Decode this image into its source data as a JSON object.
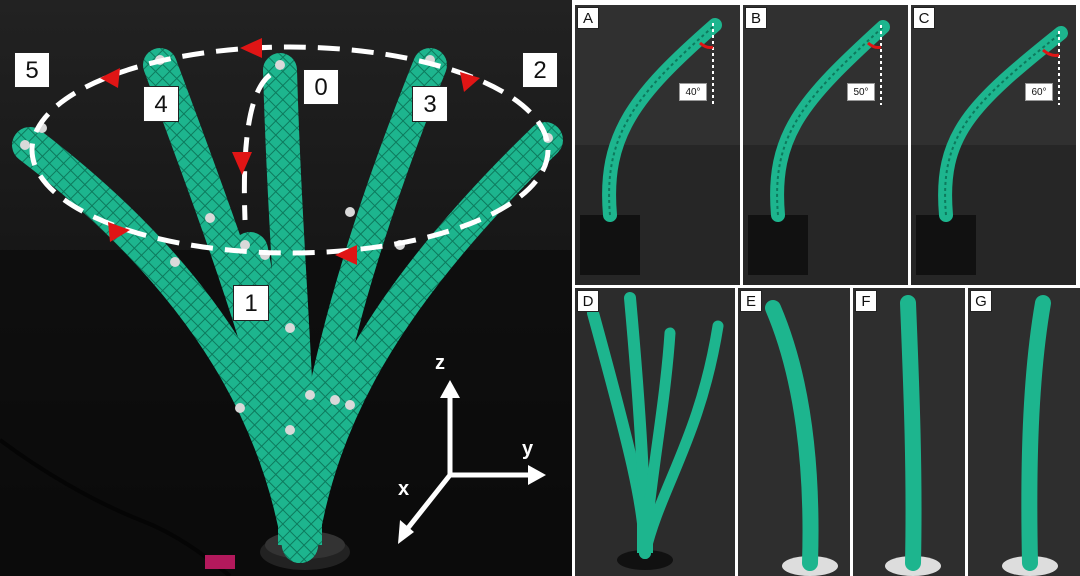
{
  "main_panel": {
    "position_labels": [
      "0",
      "1",
      "2",
      "3",
      "4",
      "5"
    ],
    "axes": {
      "z": "z",
      "y": "y",
      "x": "x"
    }
  },
  "subpanels": {
    "A": {
      "letter": "A",
      "angle": "40°"
    },
    "B": {
      "letter": "B",
      "angle": "50°"
    },
    "C": {
      "letter": "C",
      "angle": "60°"
    },
    "D": {
      "letter": "D"
    },
    "E": {
      "letter": "E"
    },
    "F": {
      "letter": "F"
    },
    "G": {
      "letter": "G"
    }
  },
  "colors": {
    "arm": "#1db58e",
    "arm_dark": "#0f8a6a",
    "background": "#1a1a1a",
    "arrow": "#e01515",
    "dash": "#ffffff"
  }
}
